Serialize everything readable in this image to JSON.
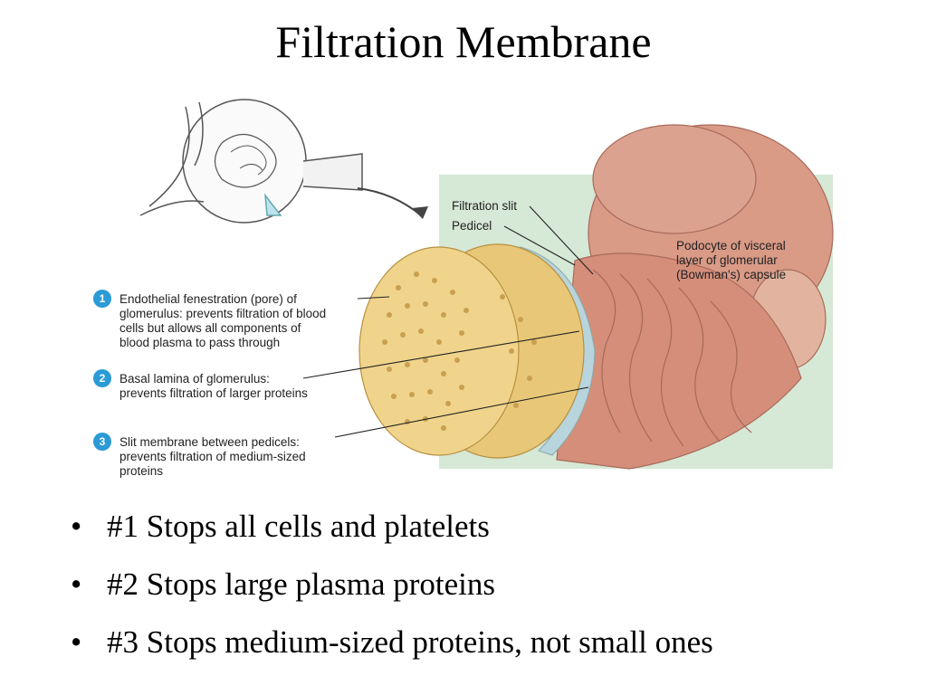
{
  "title": "Filtration Membrane",
  "figure": {
    "labels": {
      "filtration_slit": "Filtration slit",
      "pedicel": "Pedicel",
      "podocyte": [
        "Podocyte of visceral",
        "layer of glomerular",
        "(Bowman's) capsule"
      ]
    },
    "numbered_items": [
      {
        "number": "1",
        "lines": [
          "Endothelial fenestration (pore) of",
          "glomerulus: prevents filtration of blood",
          "cells but allows all components of",
          "blood plasma to pass through"
        ]
      },
      {
        "number": "2",
        "lines": [
          "Basal lamina of glomerulus:",
          "prevents filtration of larger proteins"
        ]
      },
      {
        "number": "3",
        "lines": [
          "Slit membrane between pedicels:",
          "prevents filtration of medium-sized",
          "proteins"
        ]
      }
    ],
    "colors": {
      "background_panel": "#d6e8d6",
      "endothelium": "#e8c878",
      "basal_lamina": "#b8d4dc",
      "podocyte": "#d99a86",
      "number_badge": "#2a9bd6"
    }
  },
  "bullets": [
    "#1 Stops all cells and platelets",
    "#2 Stops large plasma proteins",
    "#3 Stops medium-sized proteins, not small ones"
  ]
}
